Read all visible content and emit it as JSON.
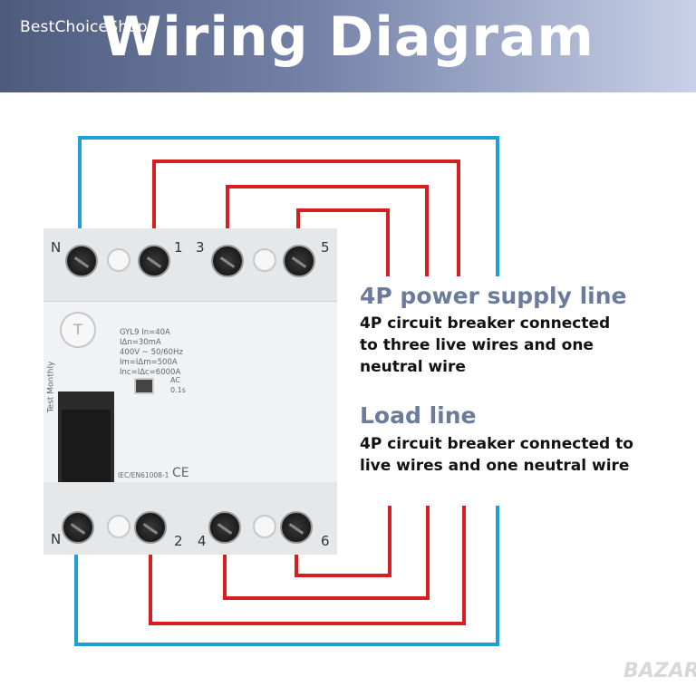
{
  "banner": {
    "shop_name": "BestChoiceShop",
    "title": "Wiring Diagram"
  },
  "breaker": {
    "top_terminals": [
      "N",
      "1",
      "3",
      "5"
    ],
    "bottom_terminals": [
      "N",
      "2",
      "4",
      "6"
    ],
    "test_button": "T",
    "test_label": "Test Monthly",
    "specs": [
      "GYL9   In=40A",
      "IΔn=30mA",
      "400V ~ 50/60Hz",
      "Im=IΔm=500A",
      "Inc=IΔc=6000A"
    ],
    "ac_label": "AC",
    "trip_time": "0.1s",
    "standard": "IEC/EN61008-1",
    "ce_mark": "CE"
  },
  "supply": {
    "heading": "4P power supply line",
    "lines": [
      "4P circuit breaker connected",
      "to three live wires and one",
      "neutral wire"
    ]
  },
  "load": {
    "heading": "Load line",
    "lines": [
      "4P circuit breaker connected to",
      "live wires and one neutral wire"
    ]
  },
  "watermark": "BAZAR",
  "colors": {
    "neutral_wire": "#1e9fd6",
    "live_wire": "#d42020",
    "heading": "#6b7b99"
  }
}
